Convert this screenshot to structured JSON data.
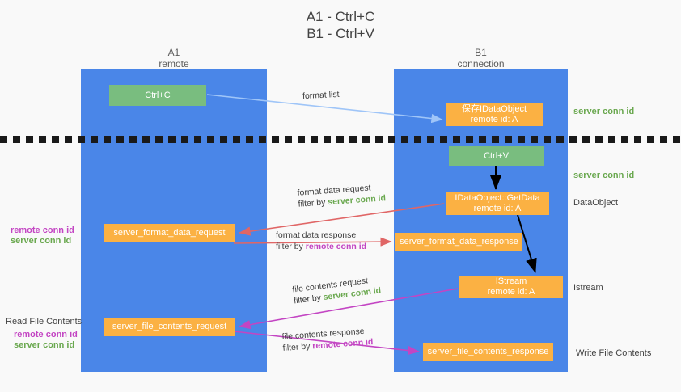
{
  "title": {
    "line1": "A1 - Ctrl+C",
    "line2": "B1 - Ctrl+V"
  },
  "lanes": [
    {
      "id": "a1",
      "name": "A1",
      "role": "remote"
    },
    {
      "id": "b1",
      "name": "B1",
      "role": "connection"
    }
  ],
  "nodes": {
    "ctrl_c": {
      "line1": "Ctrl+C",
      "line2": "",
      "color": "#79bd7f"
    },
    "save_dataobj": {
      "line1": "保存IDataObject",
      "line2": "remote id: A",
      "color": "#fbb143"
    },
    "ctrl_v": {
      "line1": "Ctrl+V",
      "line2": "",
      "color": "#79bd7f"
    },
    "getdata": {
      "line1": "IDataObject::GetData",
      "line2": "remote id: A",
      "color": "#fbb143"
    },
    "istream": {
      "line1": "IStream",
      "line2": "remote id: A",
      "color": "#fbb143"
    },
    "server_format_data_request": {
      "line1": "server_format_data_request",
      "line2": "",
      "color": "#fbb143"
    },
    "server_format_data_response": {
      "line1": "server_format_data_response",
      "line2": "",
      "color": "#fbb143"
    },
    "server_file_contents_request": {
      "line1": "server_file_contents_request",
      "line2": "",
      "color": "#fbb143"
    },
    "server_file_contents_response": {
      "line1": "server_file_contents_response",
      "line2": "",
      "color": "#fbb143"
    }
  },
  "edge_labels": {
    "format_list": {
      "line1": "format list",
      "filter_prefix": "",
      "filter_id": ""
    },
    "format_data_request": {
      "line1": "format data request",
      "filter_prefix": "filter by ",
      "filter_id": "server conn id"
    },
    "format_data_response": {
      "line1": "format data response",
      "filter_prefix": "filter by ",
      "filter_id": "remote conn id"
    },
    "file_contents_request": {
      "line1": "file contents request",
      "filter_prefix": "filter by ",
      "filter_id": "server conn id"
    },
    "file_contents_response": {
      "line1": "file contents response",
      "filter_prefix": "filter by ",
      "filter_id": "remote conn id"
    }
  },
  "right_notes": {
    "n1": "server conn id",
    "n2": "server conn id",
    "n3": "DataObject",
    "n4": "Istream",
    "n5": "Write File Contents"
  },
  "left_notes": {
    "group1": {
      "remote": "remote conn id",
      "server": "server conn id"
    },
    "group2": {
      "heading": "Read File Contents",
      "remote": "remote conn id",
      "server": "server conn id"
    }
  },
  "colors": {
    "lane": "#4a86e8",
    "green_box": "#79bd7f",
    "orange_box": "#fbb143",
    "server_conn_id": "#6aa84f",
    "remote_conn_id": "#c345c3",
    "arrow_light_blue": "#9fc5f8",
    "arrow_red": "#e06666",
    "arrow_magenta": "#c345c3",
    "arrow_black": "#000000",
    "background": "#f9f9f9"
  }
}
